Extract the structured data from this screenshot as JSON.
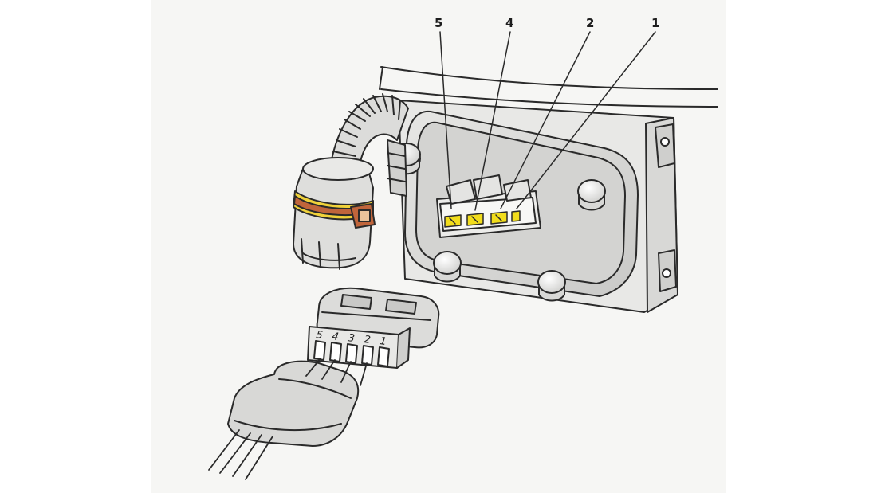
{
  "diagram": {
    "callouts": [
      "5",
      "4",
      "2",
      "1"
    ],
    "plug_pin_numbers": [
      "5",
      "4",
      "3",
      "2",
      "1"
    ],
    "colors": {
      "line": "#2a2a2a",
      "housing": "#d9d9d7",
      "housing_shade": "#c6c6c4",
      "terminal_yellow": "#f2dd1c",
      "band_orange": "#c0653b",
      "band_yellow": "#f0d23a"
    }
  }
}
